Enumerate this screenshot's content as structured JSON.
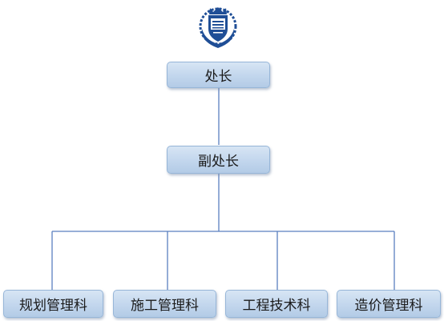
{
  "logo": {
    "icon": "university-crest-icon",
    "color": "#1f4e96"
  },
  "nodes": {
    "director": "处长",
    "deputy": "副处长",
    "sections": [
      "规划管理科",
      "施工管理科",
      "工程技术科",
      "造价管理科"
    ]
  },
  "colors": {
    "box_fill": "#c2d6ed",
    "box_border": "#97b6d8",
    "connector": "#5b7fbf"
  }
}
